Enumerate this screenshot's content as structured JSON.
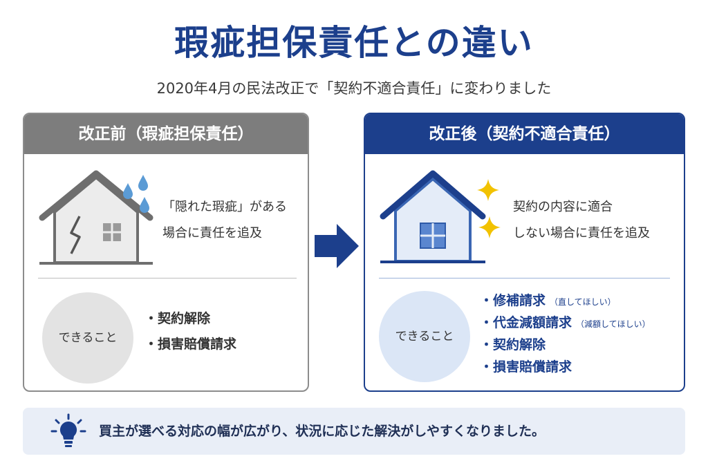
{
  "title": "瑕疵担保責任との違い",
  "subtitle": "2020年4月の民法改正で「契約不適合責任」に変わりました",
  "before": {
    "header": "改正前（瑕疵担保責任）",
    "description": [
      "「隠れた瑕疵」がある",
      "場合に責任を追及"
    ],
    "can_label": "できること",
    "items": [
      {
        "label": "・契約解除"
      },
      {
        "label": "・損害賠償請求"
      }
    ]
  },
  "after": {
    "header": "改正後（契約不適合責任）",
    "description": [
      "契約の内容に適合",
      "しない場合に責任を追及"
    ],
    "can_label": "できること",
    "items": [
      {
        "label": "・修補請求",
        "note": "（直してほしい）"
      },
      {
        "label": "・代金減額請求",
        "note": "（減額してほしい）"
      },
      {
        "label": "・契約解除",
        "note": ""
      },
      {
        "label": "・損害賠償請求",
        "note": ""
      }
    ]
  },
  "footer": {
    "text": "買主が選べる対応の幅が広がり、状況に応じた解決がしやすくなりました。",
    "icon": "lightbulb-icon"
  },
  "colors": {
    "navy": "#1c3f8c",
    "gray": "#7d7d7d",
    "light_blue": "#dbe6f6",
    "raindrop": "#5b9bd5",
    "sparkle": "#f2c200"
  }
}
